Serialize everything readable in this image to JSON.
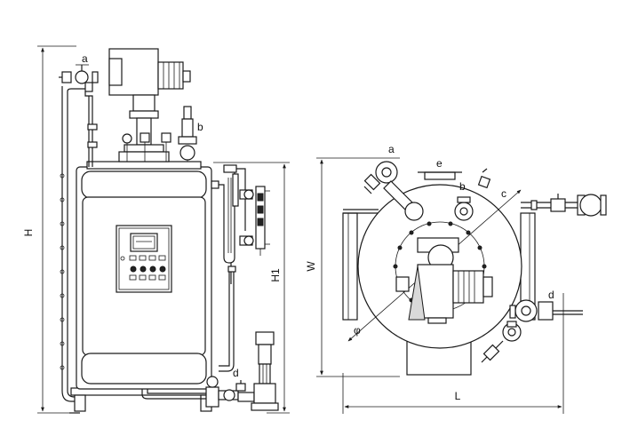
{
  "labels": {
    "a": "a",
    "b": "b",
    "c": "c",
    "d": "d",
    "e": "e",
    "H": "H",
    "H1": "H1",
    "W": "W",
    "L": "L",
    "phi": "φ"
  }
}
